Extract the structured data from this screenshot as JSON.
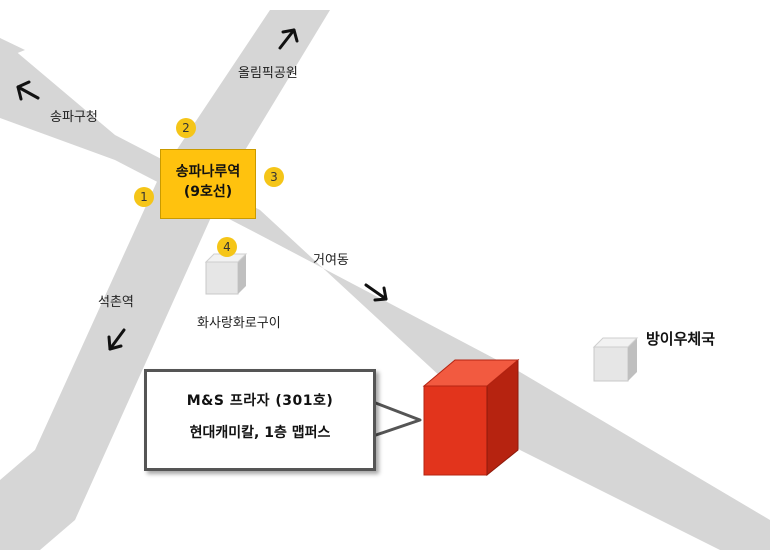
{
  "colors": {
    "road": "#d6d6d6",
    "station_fill": "#ffc20e",
    "exit_circle": "#f5c518",
    "building_red": "#e2341c",
    "building_gray": "#dcdcdc"
  },
  "roads": {
    "olympic_park": "올림픽공원",
    "songpa_gu_office": "송파구청",
    "seokchon_station": "석촌역",
    "geoyeo_dong": "거여동"
  },
  "station": {
    "name": "송파나루역",
    "line": "(9호선)"
  },
  "exits": [
    "1",
    "2",
    "3",
    "4"
  ],
  "landmarks": {
    "restaurant": "화사랑화로구이",
    "post_office": "방이우체국"
  },
  "destination": {
    "line1": "M&S 프라자 (301호)",
    "line2": "현대캐미칼, 1층 맵퍼스"
  }
}
